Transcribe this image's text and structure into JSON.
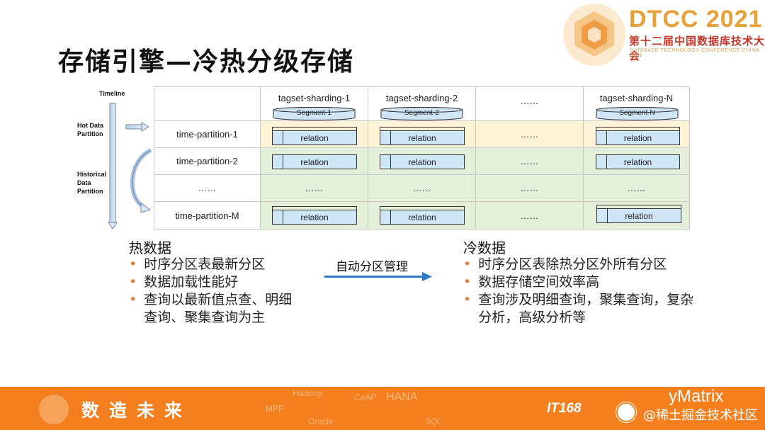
{
  "title": "存储引擎—冷热分级存储",
  "logo": {
    "main": "DTCC 2021",
    "sub": "第十二届中国数据库技术大会",
    "eng": "DATABASE TECHNOLOGY CONFERENCE CHINA 2021"
  },
  "timeline": {
    "label": "Timeline",
    "hot_line1": "Hot Data",
    "hot_line2": "Partition",
    "hist_line1": "Historical",
    "hist_line2": "Data",
    "hist_line3": "Partition"
  },
  "grid": {
    "columns": [
      {
        "name": "tagset-sharding-1",
        "segment": "Segment-1"
      },
      {
        "name": "tagset-sharding-2",
        "segment": "Segment-2"
      },
      {
        "name": "……",
        "segment": ""
      },
      {
        "name": "tagset-sharding-N",
        "segment": "Segment-N"
      }
    ],
    "rows": [
      {
        "label": "time-partition-1",
        "cells": [
          "relation",
          "relation",
          "……",
          "relation"
        ]
      },
      {
        "label": "time-partition-2",
        "cells": [
          "relation",
          "relation",
          "……",
          "relation"
        ]
      },
      {
        "label": "……",
        "cells": [
          "……",
          "……",
          "……",
          "……"
        ]
      },
      {
        "label": "time-partition-M",
        "cells": [
          "relation",
          "relation",
          "……",
          "relation"
        ]
      }
    ]
  },
  "hot": {
    "title": "热数据",
    "bullets": [
      "时序分区表最新分区",
      "数据加载性能好",
      "查询以最新值点查、明细",
      "查询、聚集查询为主"
    ]
  },
  "arrow_label": "自动分区管理",
  "cold": {
    "title": "冷数据",
    "bullets": [
      "时序分区表除热分区外所有分区",
      "数据存储空间效率高",
      "查询涉及明细查询，聚集查询，复杂",
      "分析，高级分析等"
    ]
  },
  "footer": {
    "slogan": "数造未来",
    "it168": "IT168",
    "watermark_top": "yMatrix",
    "watermark_bottom": "@稀土掘金技术社区",
    "bg_words": [
      "Hadoop",
      "CeAP",
      "HANA",
      "Oracle",
      "SQL",
      "MPP"
    ]
  },
  "colors": {
    "orange": "#f47f1f",
    "hot_row": "#fdf1d6",
    "hist_row": "#e4efd9",
    "relation": "#cfe6f7",
    "arrow": "#2f79c6"
  }
}
